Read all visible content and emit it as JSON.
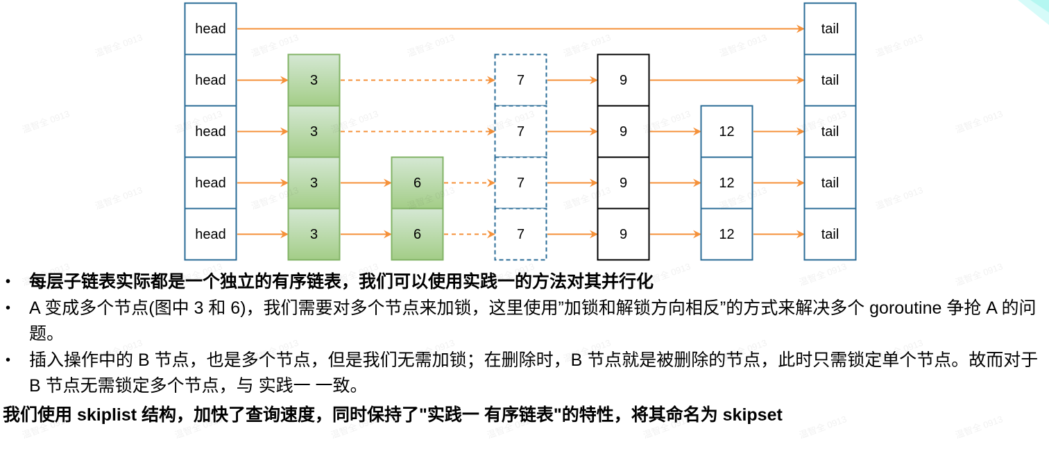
{
  "diagram": {
    "title": "skiplist levels",
    "colors": {
      "arrow": "#f5913a",
      "head_tail_border": "#2b6c97",
      "green_fill_top": "#d5e8d4",
      "green_fill_bottom": "#a3cd87",
      "green_border": "#82b366",
      "dashed_border": "#2b6c97",
      "black_border": "#000000",
      "twelve_border": "#2b6c97"
    },
    "head_label": "head",
    "tail_label": "tail",
    "columns": [
      {
        "key": "head",
        "label": "head",
        "style": "blue",
        "levels": [
          0,
          1,
          2,
          3,
          4
        ]
      },
      {
        "key": "n3",
        "label": "3",
        "style": "green",
        "levels": [
          1,
          2,
          3,
          4
        ]
      },
      {
        "key": "n6",
        "label": "6",
        "style": "green",
        "levels": [
          3,
          4
        ]
      },
      {
        "key": "n7",
        "label": "7",
        "style": "dashed",
        "levels": [
          1,
          2,
          3,
          4
        ]
      },
      {
        "key": "n9",
        "label": "9",
        "style": "black",
        "levels": [
          1,
          2,
          3,
          4
        ]
      },
      {
        "key": "n12",
        "label": "12",
        "style": "blue",
        "levels": [
          2,
          3,
          4
        ]
      },
      {
        "key": "tail",
        "label": "tail",
        "style": "blue",
        "levels": [
          0,
          1,
          2,
          3,
          4
        ]
      }
    ],
    "links": [
      {
        "level": 0,
        "from": "head",
        "to": "tail",
        "dashed": false
      },
      {
        "level": 1,
        "from": "head",
        "to": "n3",
        "dashed": false
      },
      {
        "level": 1,
        "from": "n3",
        "to": "n7",
        "dashed": true
      },
      {
        "level": 1,
        "from": "n7",
        "to": "n9",
        "dashed": false
      },
      {
        "level": 1,
        "from": "n9",
        "to": "tail",
        "dashed": false
      },
      {
        "level": 2,
        "from": "head",
        "to": "n3",
        "dashed": false
      },
      {
        "level": 2,
        "from": "n3",
        "to": "n7",
        "dashed": true
      },
      {
        "level": 2,
        "from": "n7",
        "to": "n9",
        "dashed": false
      },
      {
        "level": 2,
        "from": "n9",
        "to": "n12",
        "dashed": false
      },
      {
        "level": 2,
        "from": "n12",
        "to": "tail",
        "dashed": false
      },
      {
        "level": 3,
        "from": "head",
        "to": "n3",
        "dashed": false
      },
      {
        "level": 3,
        "from": "n3",
        "to": "n6",
        "dashed": false
      },
      {
        "level": 3,
        "from": "n6",
        "to": "n7",
        "dashed": true
      },
      {
        "level": 3,
        "from": "n7",
        "to": "n9",
        "dashed": false
      },
      {
        "level": 3,
        "from": "n9",
        "to": "n12",
        "dashed": false
      },
      {
        "level": 3,
        "from": "n12",
        "to": "tail",
        "dashed": false
      },
      {
        "level": 4,
        "from": "head",
        "to": "n3",
        "dashed": false
      },
      {
        "level": 4,
        "from": "n3",
        "to": "n6",
        "dashed": false
      },
      {
        "level": 4,
        "from": "n6",
        "to": "n7",
        "dashed": true
      },
      {
        "level": 4,
        "from": "n7",
        "to": "n9",
        "dashed": false
      },
      {
        "level": 4,
        "from": "n9",
        "to": "n12",
        "dashed": false
      },
      {
        "level": 4,
        "from": "n12",
        "to": "tail",
        "dashed": false
      }
    ]
  },
  "bullets": [
    {
      "text": "每层子链表实际都是一个独立的有序链表，我们可以使用实践一的方法对其并行化",
      "bold": true
    },
    {
      "text": "A  变成多个节点(图中 3 和 6)，我们需要对多个节点来加锁，这里使用”加锁和解锁方向相反”的方式来解决多个 goroutine 争抢 A 的问题。",
      "bold": false
    },
    {
      "text": "插入操作中的 B 节点，也是多个节点，但是我们无需加锁；在删除时，B 节点就是被删除的节点，此时只需锁定单个节点。故而对于 B 节点无需锁定多个节点，与 实践一 一致。",
      "bold": false
    }
  ],
  "bullet_marker": "•",
  "summary": "我们使用 skiplist 结构，加快了查询速度，同时保持了\"实践一 有序链表\"的特性，将其命名为 skipset",
  "watermark_text": "温智全 0913"
}
